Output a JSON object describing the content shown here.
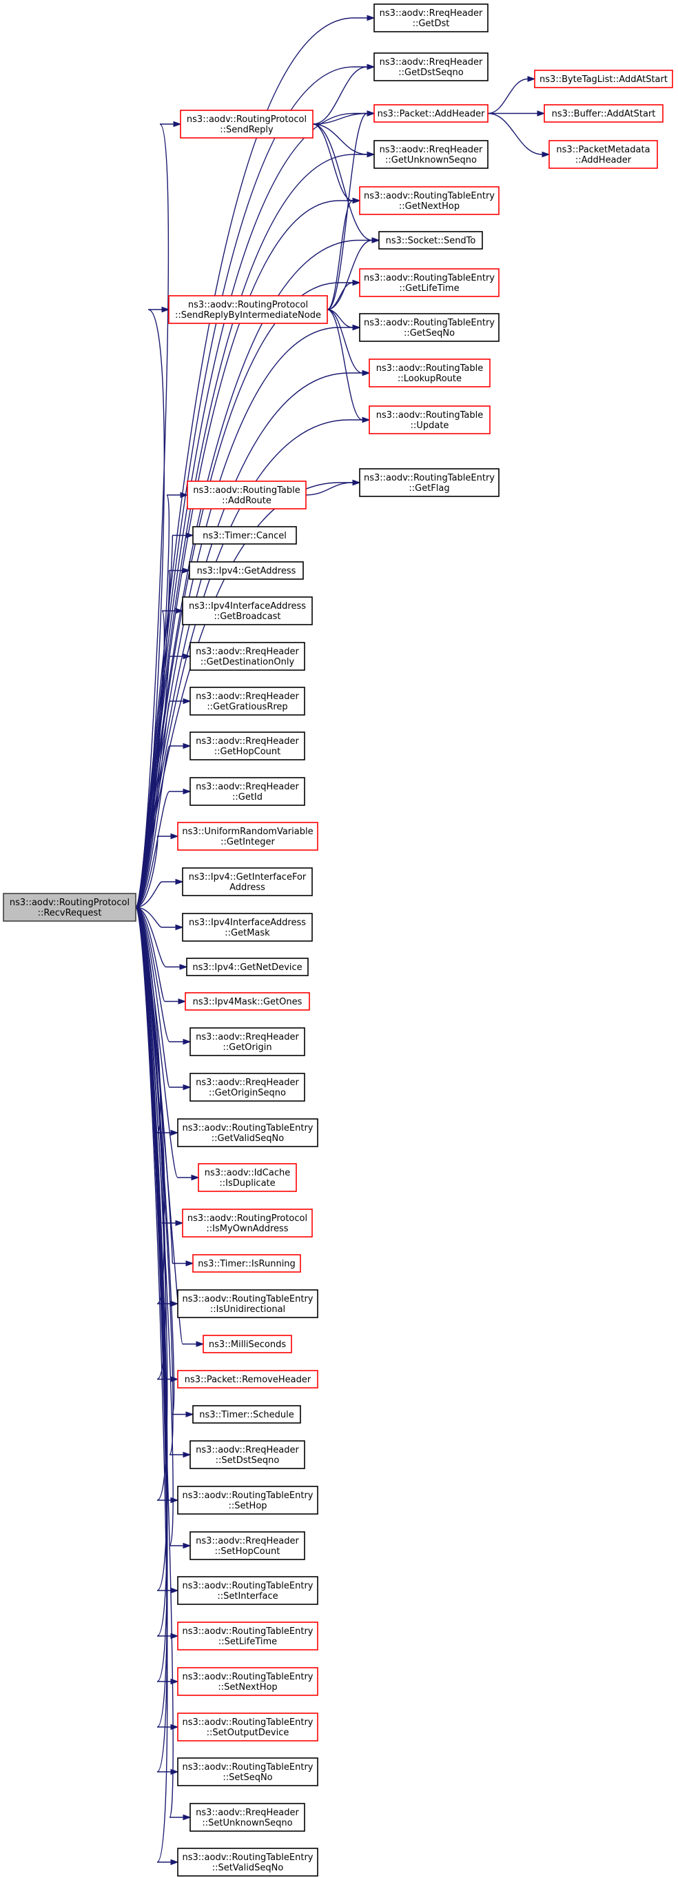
{
  "colors": {
    "edge": "#191970",
    "node_border_black": "#000000",
    "node_border_red": "#ff0000",
    "root_fill": "#bfbfbf"
  },
  "nodes": [
    {
      "id": "root",
      "border": "root",
      "lines": [
        "ns3::aodv::RoutingProtocol",
        "::RecvRequest"
      ]
    },
    {
      "id": "getdst",
      "border": "black",
      "lines": [
        "ns3::aodv::RreqHeader",
        "::GetDst"
      ]
    },
    {
      "id": "getdstseqno",
      "border": "black",
      "lines": [
        "ns3::aodv::RreqHeader",
        "::GetDstSeqno"
      ]
    },
    {
      "id": "sendreply",
      "border": "red",
      "lines": [
        "ns3::aodv::RoutingProtocol",
        "::SendReply"
      ]
    },
    {
      "id": "addheader",
      "border": "red",
      "lines": [
        "ns3::Packet::AddHeader"
      ]
    },
    {
      "id": "bytetag",
      "border": "red",
      "lines": [
        "ns3::ByteTagList::AddAtStart"
      ]
    },
    {
      "id": "bufferadd",
      "border": "red",
      "lines": [
        "ns3::Buffer::AddAtStart"
      ]
    },
    {
      "id": "pktmeta",
      "border": "red",
      "lines": [
        "ns3::PacketMetadata",
        "::AddHeader"
      ]
    },
    {
      "id": "getunknown",
      "border": "black",
      "lines": [
        "ns3::aodv::RreqHeader",
        "::GetUnknownSeqno"
      ]
    },
    {
      "id": "getnexthop",
      "border": "red",
      "lines": [
        "ns3::aodv::RoutingTableEntry",
        "::GetNextHop"
      ]
    },
    {
      "id": "sendto",
      "border": "black",
      "lines": [
        "ns3::Socket::SendTo"
      ]
    },
    {
      "id": "getlifetime",
      "border": "red",
      "lines": [
        "ns3::aodv::RoutingTableEntry",
        "::GetLifeTime"
      ]
    },
    {
      "id": "sendreplyinter",
      "border": "red",
      "lines": [
        "ns3::aodv::RoutingProtocol",
        "::SendReplyByIntermediateNode"
      ]
    },
    {
      "id": "getseqno",
      "border": "black",
      "lines": [
        "ns3::aodv::RoutingTableEntry",
        "::GetSeqNo"
      ]
    },
    {
      "id": "lookuproute",
      "border": "red",
      "lines": [
        "ns3::aodv::RoutingTable",
        "::LookupRoute"
      ]
    },
    {
      "id": "update",
      "border": "red",
      "lines": [
        "ns3::aodv::RoutingTable",
        "::Update"
      ]
    },
    {
      "id": "getflag",
      "border": "black",
      "lines": [
        "ns3::aodv::RoutingTableEntry",
        "::GetFlag"
      ]
    },
    {
      "id": "addroute",
      "border": "red",
      "lines": [
        "ns3::aodv::RoutingTable",
        "::AddRoute"
      ]
    },
    {
      "id": "timercancel",
      "border": "black",
      "lines": [
        "ns3::Timer::Cancel"
      ]
    },
    {
      "id": "ipv4getaddress",
      "border": "black",
      "lines": [
        "ns3::Ipv4::GetAddress"
      ]
    },
    {
      "id": "getbroadcast",
      "border": "black",
      "lines": [
        "ns3::Ipv4InterfaceAddress",
        "::GetBroadcast"
      ]
    },
    {
      "id": "getdestonly",
      "border": "black",
      "lines": [
        "ns3::aodv::RreqHeader",
        "::GetDestinationOnly"
      ]
    },
    {
      "id": "getgratious",
      "border": "black",
      "lines": [
        "ns3::aodv::RreqHeader",
        "::GetGratiousRrep"
      ]
    },
    {
      "id": "gethopcount",
      "border": "black",
      "lines": [
        "ns3::aodv::RreqHeader",
        "::GetHopCount"
      ]
    },
    {
      "id": "getid",
      "border": "black",
      "lines": [
        "ns3::aodv::RreqHeader",
        "::GetId"
      ]
    },
    {
      "id": "getinteger",
      "border": "red",
      "lines": [
        "ns3::UniformRandomVariable",
        "::GetInteger"
      ]
    },
    {
      "id": "getifacefor",
      "border": "black",
      "lines": [
        "ns3::Ipv4::GetInterfaceFor",
        "Address"
      ]
    },
    {
      "id": "getmask",
      "border": "black",
      "lines": [
        "ns3::Ipv4InterfaceAddress",
        "::GetMask"
      ]
    },
    {
      "id": "getnetdevice",
      "border": "black",
      "lines": [
        "ns3::Ipv4::GetNetDevice"
      ]
    },
    {
      "id": "getones",
      "border": "red",
      "lines": [
        "ns3::Ipv4Mask::GetOnes"
      ]
    },
    {
      "id": "getorigin",
      "border": "black",
      "lines": [
        "ns3::aodv::RreqHeader",
        "::GetOrigin"
      ]
    },
    {
      "id": "getoriginseqno",
      "border": "black",
      "lines": [
        "ns3::aodv::RreqHeader",
        "::GetOriginSeqno"
      ]
    },
    {
      "id": "getvalidseqno",
      "border": "black",
      "lines": [
        "ns3::aodv::RoutingTableEntry",
        "::GetValidSeqNo"
      ]
    },
    {
      "id": "isduplicate",
      "border": "red",
      "lines": [
        "ns3::aodv::IdCache",
        "::IsDuplicate"
      ]
    },
    {
      "id": "ismyownaddress",
      "border": "red",
      "lines": [
        "ns3::aodv::RoutingProtocol",
        "::IsMyOwnAddress"
      ]
    },
    {
      "id": "isrunning",
      "border": "red",
      "lines": [
        "ns3::Timer::IsRunning"
      ]
    },
    {
      "id": "isunidirectional",
      "border": "black",
      "lines": [
        "ns3::aodv::RoutingTableEntry",
        "::IsUnidirectional"
      ]
    },
    {
      "id": "milliseconds",
      "border": "red",
      "lines": [
        "ns3::MilliSeconds"
      ]
    },
    {
      "id": "removeheader",
      "border": "red",
      "lines": [
        "ns3::Packet::RemoveHeader"
      ]
    },
    {
      "id": "timerschedule",
      "border": "black",
      "lines": [
        "ns3::Timer::Schedule"
      ]
    },
    {
      "id": "setdstseqno",
      "border": "black",
      "lines": [
        "ns3::aodv::RreqHeader",
        "::SetDstSeqno"
      ]
    },
    {
      "id": "sethop",
      "border": "black",
      "lines": [
        "ns3::aodv::RoutingTableEntry",
        "::SetHop"
      ]
    },
    {
      "id": "sethopcount",
      "border": "black",
      "lines": [
        "ns3::aodv::RreqHeader",
        "::SetHopCount"
      ]
    },
    {
      "id": "setinterface",
      "border": "black",
      "lines": [
        "ns3::aodv::RoutingTableEntry",
        "::SetInterface"
      ]
    },
    {
      "id": "setlifetime",
      "border": "red",
      "lines": [
        "ns3::aodv::RoutingTableEntry",
        "::SetLifeTime"
      ]
    },
    {
      "id": "setnexthop",
      "border": "red",
      "lines": [
        "ns3::aodv::RoutingTableEntry",
        "::SetNextHop"
      ]
    },
    {
      "id": "setoutputdevice",
      "border": "red",
      "lines": [
        "ns3::aodv::RoutingTableEntry",
        "::SetOutputDevice"
      ]
    },
    {
      "id": "setseqno",
      "border": "black",
      "lines": [
        "ns3::aodv::RoutingTableEntry",
        "::SetSeqNo"
      ]
    },
    {
      "id": "setunknown",
      "border": "black",
      "lines": [
        "ns3::aodv::RreqHeader",
        "::SetUnknownSeqno"
      ]
    },
    {
      "id": "setvalidseqno",
      "border": "black",
      "lines": [
        "ns3::aodv::RoutingTableEntry",
        "::SetValidSeqNo"
      ]
    }
  ],
  "edges": [
    [
      "root",
      "getdst"
    ],
    [
      "root",
      "getdstseqno"
    ],
    [
      "root",
      "sendreply"
    ],
    [
      "root",
      "addheader"
    ],
    [
      "root",
      "getunknown"
    ],
    [
      "root",
      "getnexthop"
    ],
    [
      "root",
      "sendto"
    ],
    [
      "root",
      "getlifetime"
    ],
    [
      "root",
      "sendreplyinter"
    ],
    [
      "root",
      "getseqno"
    ],
    [
      "root",
      "lookuproute"
    ],
    [
      "root",
      "update"
    ],
    [
      "root",
      "getflag"
    ],
    [
      "root",
      "addroute"
    ],
    [
      "root",
      "timercancel"
    ],
    [
      "root",
      "ipv4getaddress"
    ],
    [
      "root",
      "getbroadcast"
    ],
    [
      "root",
      "getdestonly"
    ],
    [
      "root",
      "getgratious"
    ],
    [
      "root",
      "gethopcount"
    ],
    [
      "root",
      "getid"
    ],
    [
      "root",
      "getinteger"
    ],
    [
      "root",
      "getifacefor"
    ],
    [
      "root",
      "getmask"
    ],
    [
      "root",
      "getnetdevice"
    ],
    [
      "root",
      "getones"
    ],
    [
      "root",
      "getorigin"
    ],
    [
      "root",
      "getoriginseqno"
    ],
    [
      "root",
      "getvalidseqno"
    ],
    [
      "root",
      "isduplicate"
    ],
    [
      "root",
      "ismyownaddress"
    ],
    [
      "root",
      "isrunning"
    ],
    [
      "root",
      "isunidirectional"
    ],
    [
      "root",
      "milliseconds"
    ],
    [
      "root",
      "removeheader"
    ],
    [
      "root",
      "timerschedule"
    ],
    [
      "root",
      "setdstseqno"
    ],
    [
      "root",
      "sethop"
    ],
    [
      "root",
      "sethopcount"
    ],
    [
      "root",
      "setinterface"
    ],
    [
      "root",
      "setlifetime"
    ],
    [
      "root",
      "setnexthop"
    ],
    [
      "root",
      "setoutputdevice"
    ],
    [
      "root",
      "setseqno"
    ],
    [
      "root",
      "setunknown"
    ],
    [
      "root",
      "setvalidseqno"
    ],
    [
      "sendreply",
      "getdstseqno"
    ],
    [
      "sendreply",
      "addheader"
    ],
    [
      "sendreply",
      "getunknown"
    ],
    [
      "sendreply",
      "getnexthop"
    ],
    [
      "sendreply",
      "sendto"
    ],
    [
      "addheader",
      "bytetag"
    ],
    [
      "addheader",
      "bufferadd"
    ],
    [
      "addheader",
      "pktmeta"
    ],
    [
      "sendreplyinter",
      "addheader"
    ],
    [
      "sendreplyinter",
      "getnexthop"
    ],
    [
      "sendreplyinter",
      "sendto"
    ],
    [
      "sendreplyinter",
      "getlifetime"
    ],
    [
      "sendreplyinter",
      "getseqno"
    ],
    [
      "sendreplyinter",
      "lookuproute"
    ],
    [
      "sendreplyinter",
      "update"
    ],
    [
      "addroute",
      "getflag"
    ]
  ]
}
